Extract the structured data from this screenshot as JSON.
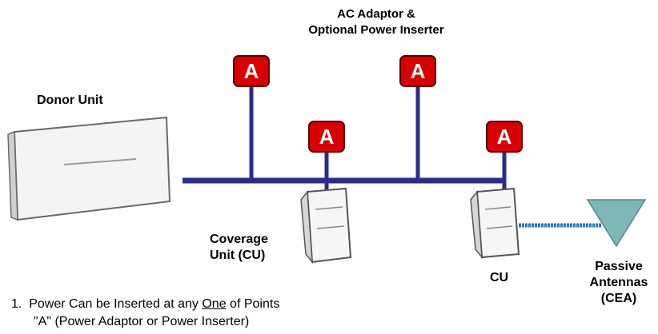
{
  "header": {
    "line1": "AC Adaptor &",
    "line2": "Optional Power Inserter"
  },
  "donor": {
    "label": "Donor Unit"
  },
  "coverage": {
    "line1": "Coverage",
    "line2": "Unit (CU)"
  },
  "cu": {
    "label": "CU"
  },
  "antenna": {
    "line1": "Passive",
    "line2": "Antennas",
    "line3": "(CEA)"
  },
  "marker": {
    "letter": "A"
  },
  "note": {
    "num": "1.",
    "part1": "Power Can be Inserted at any ",
    "underlined": "One",
    "part2": " of Points",
    "line2": "\"A\" (Power Adaptor or Power Inserter)"
  },
  "colors": {
    "cable": "#2b2b8f",
    "marker_fill": "#d90000",
    "marker_border": "#5a0000",
    "antenna": "#7fb7b7",
    "coax": "#1e78c8"
  }
}
